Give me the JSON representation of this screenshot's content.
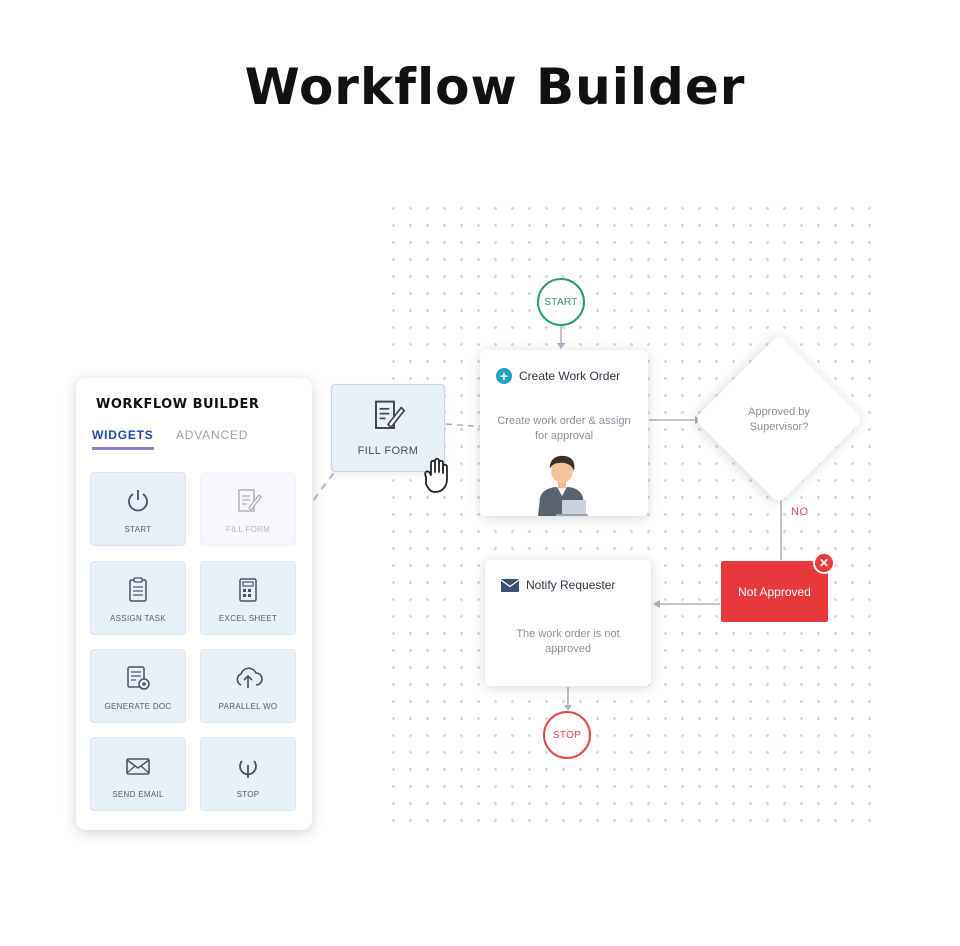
{
  "title": "Workflow Builder",
  "panel": {
    "title": "WORKFLOW BUILDER",
    "tabs": [
      {
        "label": "WIDGETS",
        "active": true
      },
      {
        "label": "ADVANCED",
        "active": false
      }
    ],
    "widgets": [
      {
        "label": "START",
        "icon": "power-icon"
      },
      {
        "label": "FILL FORM",
        "icon": "form-edit-icon",
        "faded": true
      },
      {
        "label": "ASSIGN TASK",
        "icon": "clipboard-icon"
      },
      {
        "label": "EXCEL SHEET",
        "icon": "spreadsheet-icon"
      },
      {
        "label": "GENERATE DOC",
        "icon": "document-gear-icon"
      },
      {
        "label": "PARALLEL WO",
        "icon": "cloud-upload-icon"
      },
      {
        "label": "SEND EMAIL",
        "icon": "mail-icon"
      },
      {
        "label": "STOP",
        "icon": "stop-icon"
      }
    ]
  },
  "flow": {
    "dragged_widget": {
      "label": "FILL FORM",
      "icon": "form-edit-icon"
    },
    "start": {
      "label": "START"
    },
    "create_work_order": {
      "title": "Create Work Order",
      "body": "Create work order & assign for approval",
      "icon": "plus-circle-icon"
    },
    "decision": {
      "text": "Approved by Supervisor?"
    },
    "branch_label": "NO",
    "not_approved": {
      "label": "Not Approved",
      "icon": "close-circle-icon"
    },
    "notify_requester": {
      "title": "Notify Requester",
      "body": "The work order is not approved",
      "icon": "mail-icon"
    },
    "stop": {
      "label": "STOP"
    }
  },
  "colors": {
    "accent_underline": "#8d7fd0",
    "tab_active": "#1e4aa8",
    "start_green": "#2c9d66",
    "stop_red": "#e0484c",
    "not_approved_red": "#e7393c",
    "widget_bg": "#e9eff8"
  }
}
